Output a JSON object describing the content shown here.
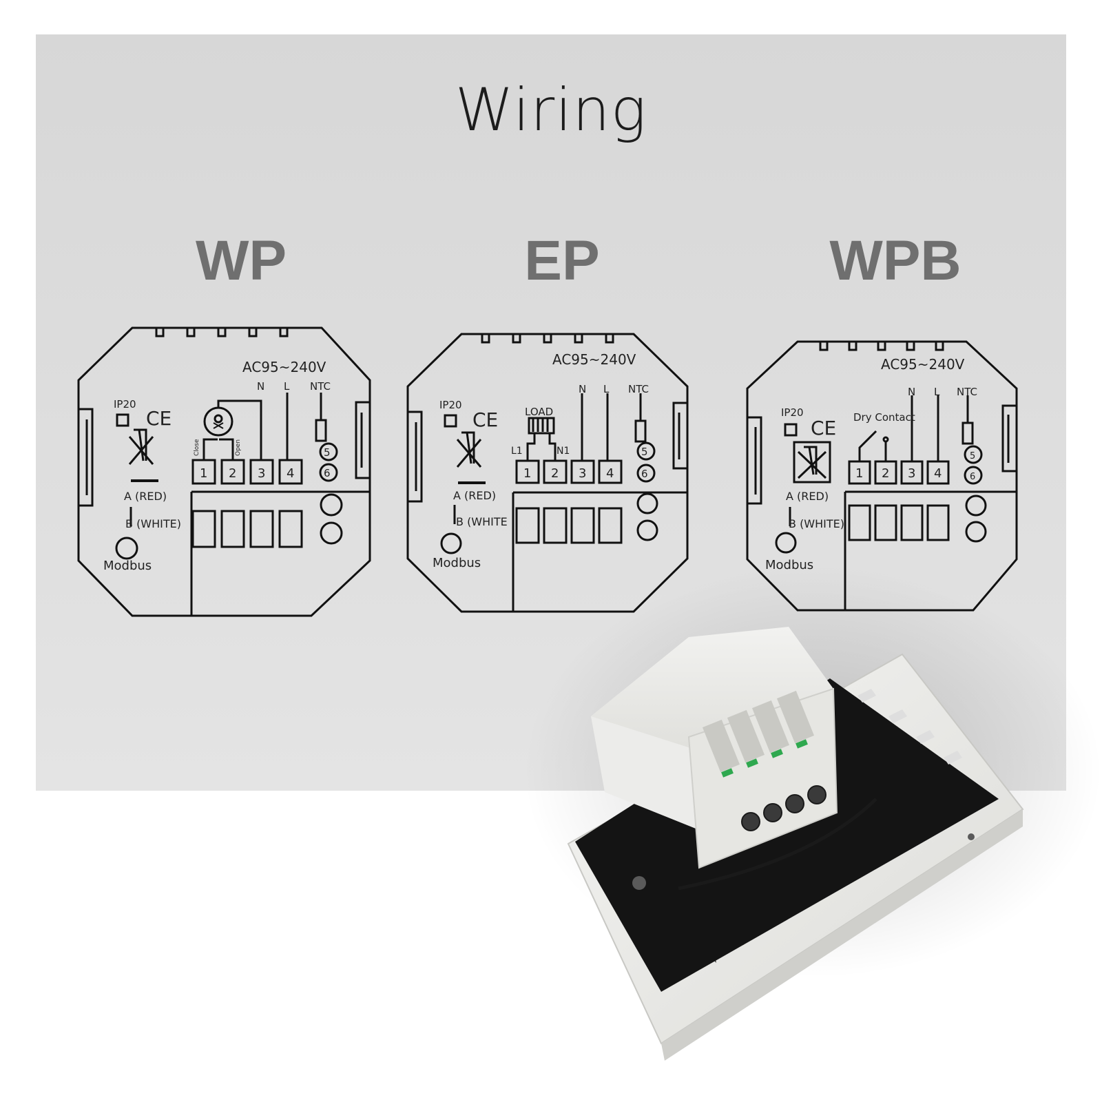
{
  "title": "Wiring",
  "models": [
    "WP",
    "EP",
    "WPB"
  ],
  "diagrams": [
    {
      "voltage": "AC95~240V",
      "rating": "IP20",
      "ce": "CE",
      "n": "N",
      "l": "L",
      "ntc": "NTC",
      "load": "",
      "left_label": "Close",
      "right_label": "Open",
      "terminals": [
        "1",
        "2",
        "3",
        "4"
      ],
      "ntc_terminals": [
        "5",
        "6"
      ],
      "a_red": "A (RED)",
      "b_white": "B (WHITE)",
      "modbus": "Modbus"
    },
    {
      "voltage": "AC95~240V",
      "rating": "IP20",
      "ce": "CE",
      "n": "N",
      "l": "L",
      "ntc": "NTC",
      "load": "LOAD",
      "left_label": "L1",
      "right_label": "N1",
      "terminals": [
        "1",
        "2",
        "3",
        "4"
      ],
      "ntc_terminals": [
        "5",
        "6"
      ],
      "a_red": "A (RED)",
      "b_white": "B (WHITE",
      "modbus": "Modbus"
    },
    {
      "voltage": "AC95~240V",
      "rating": "IP20",
      "ce": "CE",
      "n": "N",
      "l": "L",
      "ntc": "NTC",
      "load": "Dry Contact",
      "left_label": "",
      "right_label": "",
      "terminals": [
        "1",
        "2",
        "3",
        "4"
      ],
      "ntc_terminals": [
        "5",
        "6"
      ],
      "a_red": "A (RED)",
      "b_white": "B (WHITE)",
      "modbus": "Modbus"
    }
  ]
}
